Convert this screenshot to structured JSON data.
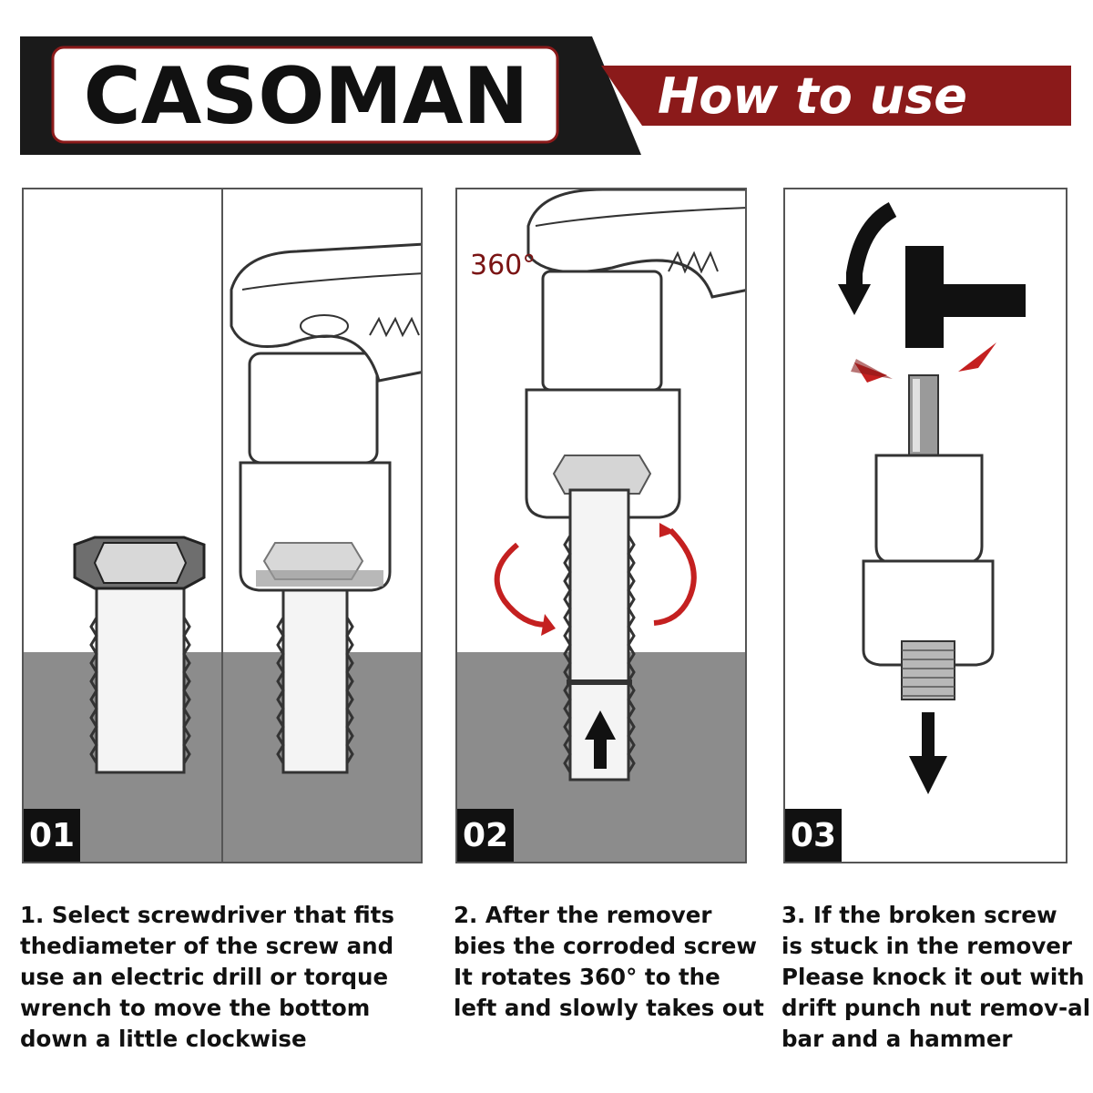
{
  "header": {
    "brand": "CASOMAN",
    "title": "How to use",
    "colors": {
      "dark": "#1a1a1a",
      "accent": "#8b1a1a"
    }
  },
  "steps": [
    {
      "number": "01",
      "caption": [
        "1. Select screwdriver that fits",
        "thediameter of the screw and",
        "use an electric drill or torque",
        "wrench to move the bottom",
        "down a little clockwise"
      ]
    },
    {
      "number": "02",
      "angle_label": "360°",
      "caption": [
        "2. After the remover",
        "bies the corroded screw",
        "It rotates 360° to the",
        "left and slowly takes out"
      ]
    },
    {
      "number": "03",
      "caption": [
        "3. If the broken screw",
        "is stuck in the remover",
        "Please knock it out  with",
        "drift punch nut remov-al",
        "bar and a hammer"
      ]
    }
  ],
  "icons": [
    "hex-bolt-icon",
    "socket-icon",
    "wrench-icon",
    "rotate-arrow-icon",
    "up-arrow-icon",
    "hammer-icon",
    "punch-icon",
    "down-arrow-icon",
    "curved-arrow-icon"
  ],
  "colors": {
    "ground": "#8c8c8c",
    "rotate_arrow": "#c42020",
    "bolt_head": "#6e6e6e"
  }
}
